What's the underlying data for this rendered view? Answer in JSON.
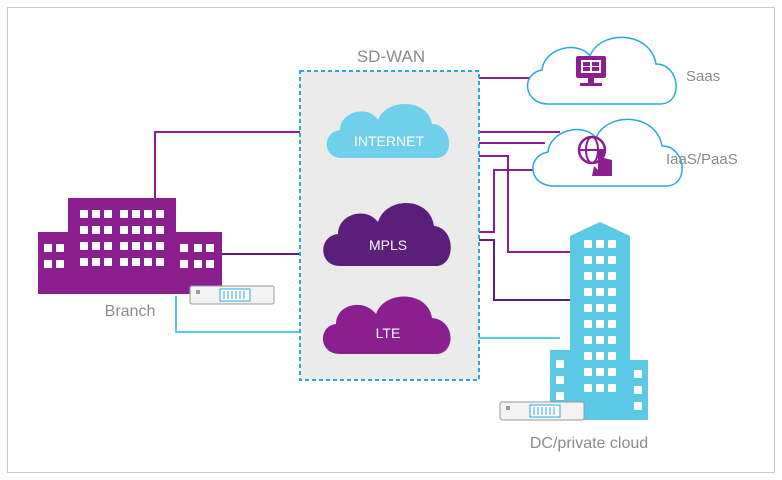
{
  "title": "SD-WAN",
  "transports": {
    "internet": "INTERNET",
    "mpls": "MPLS",
    "lte": "LTE"
  },
  "endpoints": {
    "branch": "Branch",
    "saas": "Saas",
    "iaas": "IaaS/PaaS",
    "dc": "DC/private cloud"
  },
  "colors": {
    "purple": "#8b1f8f",
    "dark_purple": "#5a1f7a",
    "cyan": "#5bc8e6",
    "border": "#c8c8c8",
    "overlay_bg": "#ebebeb",
    "overlay_border": "#29a8df",
    "label": "#8a8a8a"
  },
  "icons": [
    "building-icon",
    "skyscraper-icon",
    "cloud-icon",
    "appliance-icon",
    "monitor-icon",
    "globe-touch-icon"
  ]
}
